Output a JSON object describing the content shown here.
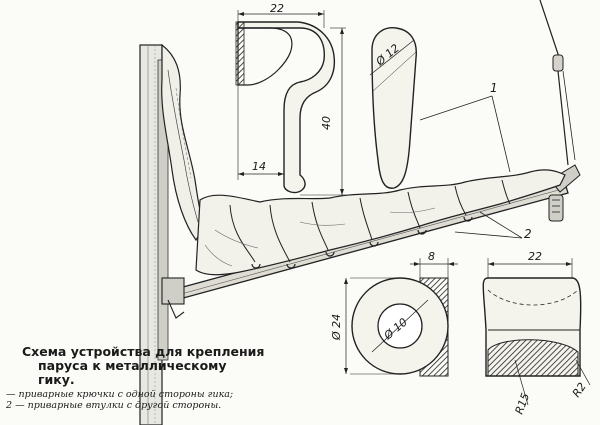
{
  "caption": {
    "title_line1": "Схема устройства для крепления",
    "title_line2": "паруса к металлическому",
    "title_line3": "гику.",
    "legend_line1": "— приварные крючки с одной стороны гика;",
    "legend_line2": "2 — приварные втулки с другой стороны."
  },
  "hook_detail": {
    "dim_width": "22",
    "dim_height": "40",
    "dim_lower": "14",
    "dim_diameter": "Ø 12"
  },
  "bushing_detail": {
    "dim_outer": "Ø 24",
    "dim_inner": "Ø 10",
    "dim_wall": "8",
    "dim_length": "22",
    "dim_radius": "R15",
    "dim_small_radius": "R2"
  },
  "callouts": {
    "hook": "1",
    "bushing": "2"
  }
}
